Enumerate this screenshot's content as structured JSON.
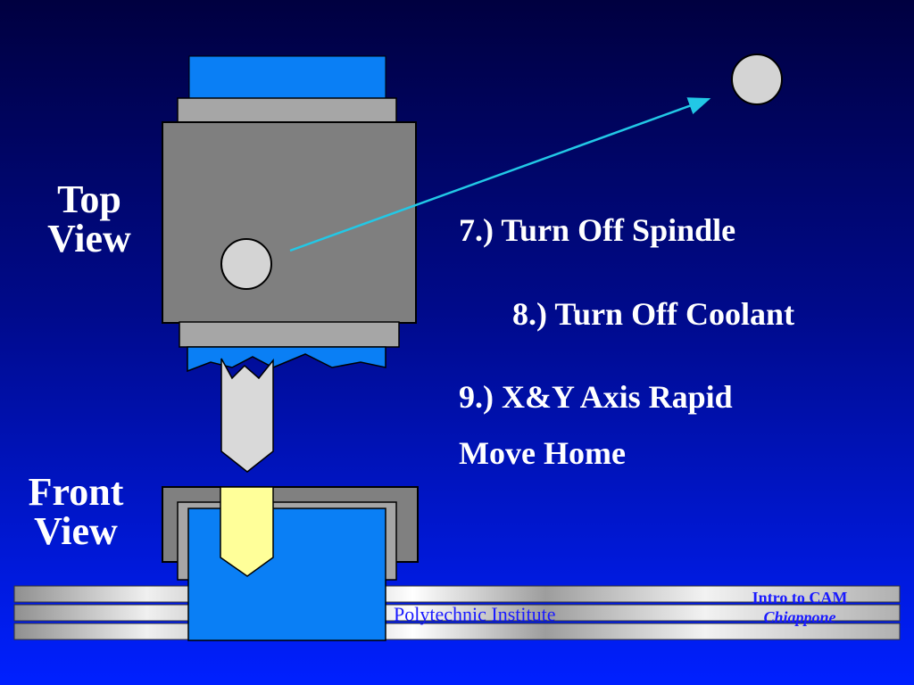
{
  "labels": {
    "top_view_line1": "Top",
    "top_view_line2": "View",
    "front_view_line1": "Front",
    "front_view_line2": "View"
  },
  "steps": {
    "step7": "7.) Turn Off Spindle",
    "step8": "8.) Turn Off Coolant",
    "step9_line1": "9.) X&Y Axis Rapid",
    "step9_line2": "Move Home"
  },
  "footer": {
    "institution": "Polytechnic Institute",
    "course": "Intro to CAM",
    "author": "Chiappone"
  },
  "colors": {
    "background_top": "#000040",
    "background_bottom": "#0020ff",
    "part_blue": "#0a7ff5",
    "housing_gray": "#7f7f7f",
    "tool_yellow": "#ffff99",
    "move_arrow": "#22c8e6",
    "footer_text": "#1a1aff"
  }
}
